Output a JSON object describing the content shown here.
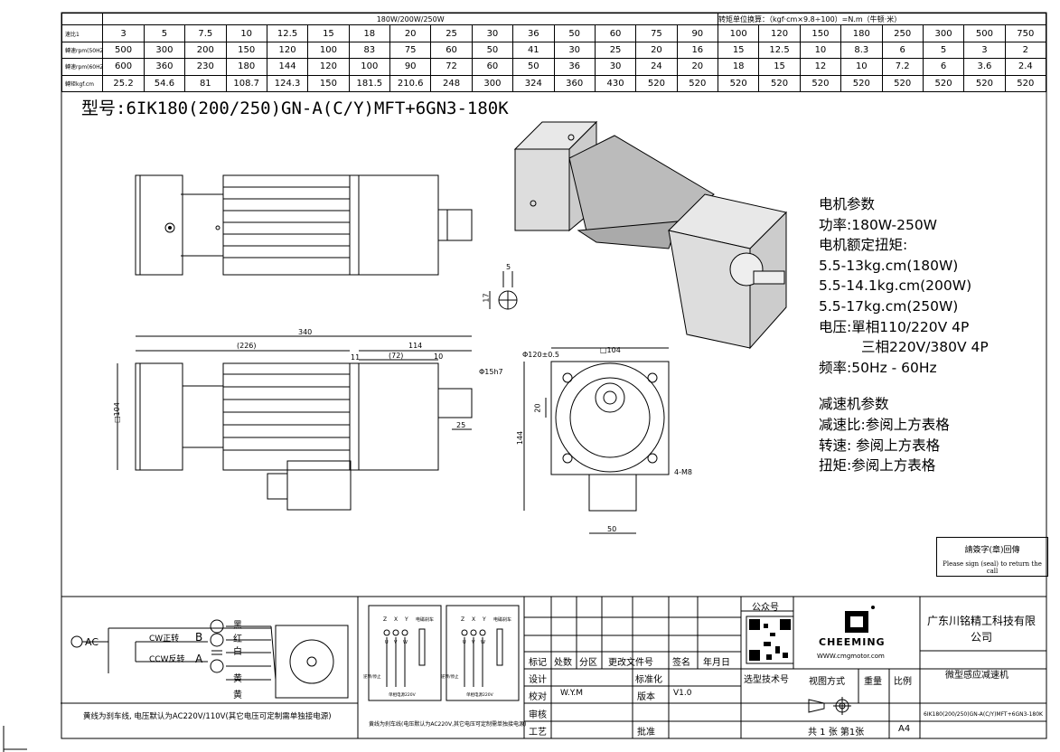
{
  "spec_table": {
    "power_header": "180W/200W/250W",
    "unit_note": "转矩单位换算：（kgf·cm×9.8÷100）=N.m（牛顿·米）",
    "rows": [
      {
        "label": "速比1",
        "values": [
          "3",
          "5",
          "7.5",
          "10",
          "12.5",
          "15",
          "18",
          "20",
          "25",
          "30",
          "36",
          "50",
          "60",
          "75",
          "90",
          "100",
          "120",
          "150",
          "180",
          "250",
          "300",
          "500",
          "750"
        ]
      },
      {
        "label": "轉速rpm(50HZ)",
        "values": [
          "500",
          "300",
          "200",
          "150",
          "120",
          "100",
          "83",
          "75",
          "60",
          "50",
          "41",
          "30",
          "25",
          "20",
          "16",
          "15",
          "12.5",
          "10",
          "8.3",
          "6",
          "5",
          "3",
          "2"
        ]
      },
      {
        "label": "轉速rpm(60HZ)",
        "values": [
          "600",
          "360",
          "230",
          "180",
          "144",
          "120",
          "100",
          "90",
          "72",
          "60",
          "50",
          "36",
          "30",
          "24",
          "20",
          "18",
          "15",
          "12",
          "10",
          "7.2",
          "6",
          "3.6",
          "2.4"
        ]
      },
      {
        "label": "轉矩kgf.cm",
        "values": [
          "25.2",
          "54.6",
          "81",
          "108.7",
          "124.3",
          "150",
          "181.5",
          "210.6",
          "248",
          "300",
          "324",
          "360",
          "430",
          "520",
          "520",
          "520",
          "520",
          "520",
          "520",
          "520",
          "520",
          "520",
          "520"
        ]
      }
    ]
  },
  "model_title": "型号:6IK180(200/250)GN-A(C/Y)MFT+6GN3-180K",
  "motor_params": {
    "heading": "电机参数",
    "power": "功率:180W-250W",
    "torque_heading": "电机额定扭矩:",
    "torque_180": "5.5-13kg.cm(180W)",
    "torque_200": "5.5-14.1kg.cm(200W)",
    "torque_250": "5.5-17kg.cm(250W)",
    "voltage_1": "电压:單相110/220V 4P",
    "voltage_2": "三相220V/380V 4P",
    "frequency": "频率:50Hz - 60Hz"
  },
  "reducer_params": {
    "heading": "减速机参数",
    "ratio": "减速比:参阅上方表格",
    "speed": "转速: 参阅上方表格",
    "torque": "扭矩:参阅上方表格"
  },
  "dimensions": {
    "total_length": "340",
    "motor_length": "(226)",
    "gear_length": "114",
    "gap_11": "11",
    "gear_72": "(72)",
    "shaft_10": "10",
    "shaft_dia": "Φ15h7",
    "shaft_25": "25",
    "square_104": "□104",
    "key_5": "5",
    "key_17": "17",
    "flange_dia": "Φ120±0.5",
    "square_104_top": "□104",
    "height_144": "144",
    "offset_20": "20",
    "bolt": "4-M8",
    "base_50": "50"
  },
  "signature_box": {
    "line1": "請簽字(章)回傳",
    "line2": "Please sign (seal) to return the call"
  },
  "wiring": {
    "ac_label": "AC",
    "cw_label": "CW正转",
    "ccw_label": "CCW反转",
    "b_label": "B",
    "a_label": "A",
    "wire_black": "黑",
    "wire_red": "红",
    "wire_white": "白",
    "wire_yellow1": "黄",
    "wire_yellow2": "黄",
    "note": "黄线为刹车线, 电压默认为AC220V/110V(其它电压可定制需单独接电源)",
    "diagram_note": "黄线为刹车线(电压默认为AC220V,其它电压可定制需单独接电源)",
    "terminal_z": "Z",
    "terminal_x": "X",
    "terminal_y": "Y",
    "brake_label": "电磁刹车",
    "sub_note_1": "单相电源220V",
    "sub_note_2": "单相电源220V",
    "dir_label_1": "逆转/停止",
    "dir_label_2": "逆转/停止",
    "u": "U",
    "v": "V",
    "w": "W"
  },
  "title_block": {
    "col_mark": "标记",
    "col_count": "处数",
    "col_zone": "分区",
    "col_doc": "更改文件号",
    "col_sign": "签名",
    "col_date": "年月日",
    "design": "设计",
    "std": "标准化",
    "check": "校对",
    "checker": "W.Y.M",
    "version_label": "版本",
    "version": "V1.0",
    "review": "审核",
    "craft": "工艺",
    "approve": "批准",
    "public_account": "公众号",
    "tech_no": "选型技术号",
    "brand": "CHEEMING",
    "website": "WWW.cmgmotor.com",
    "company": "广东川铭精工科技有限公司",
    "view_label": "视图方式",
    "weight_label": "重量",
    "scale_label": "比例",
    "product": "微型感应减速机",
    "sheet": "共 1 张 第1张",
    "paper": "A4",
    "part_no": "6IK180(200/250)GN-A(C/Y)MFT+6GN3-180K"
  }
}
